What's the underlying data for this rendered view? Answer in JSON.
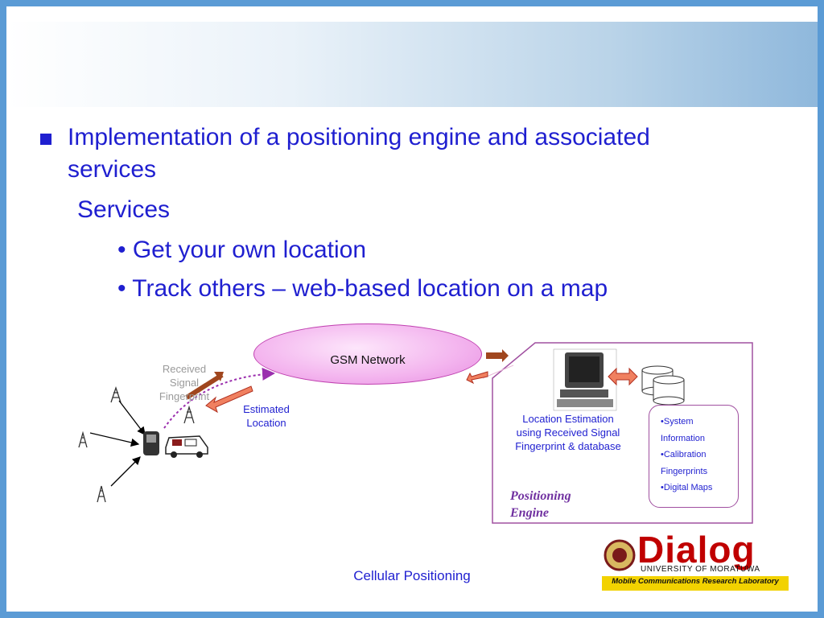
{
  "content": {
    "heading_line1": "Implementation of a positioning engine and associated",
    "heading_line2": "services",
    "subheading": "Services",
    "bullets": [
      "Get your own location",
      "Track others – web-based location on a map"
    ]
  },
  "diagram": {
    "gsm_network": "GSM Network",
    "received_signal": [
      "Received",
      "Signal",
      "Fingerprint"
    ],
    "estimated_location": [
      "Estimated",
      "Location"
    ],
    "location_estimation": [
      "Location Estimation",
      "using Received Signal",
      "Fingerprint & database"
    ],
    "info_items": [
      "•System",
      "Information",
      "•Calibration",
      "Fingerprints",
      "•Digital Maps"
    ],
    "positioning_engine": [
      "Positioning",
      "Engine"
    ]
  },
  "logo": {
    "brand": "Dialog",
    "university": "UNIVERSITY OF MORATUWA",
    "lab": "Mobile Communications Research Laboratory"
  },
  "footer": "Cellular Positioning",
  "colors": {
    "text": "#1f1fd0",
    "frame": "#5b9bd5",
    "accent": "#c00000",
    "engine_border": "#a050a0"
  }
}
